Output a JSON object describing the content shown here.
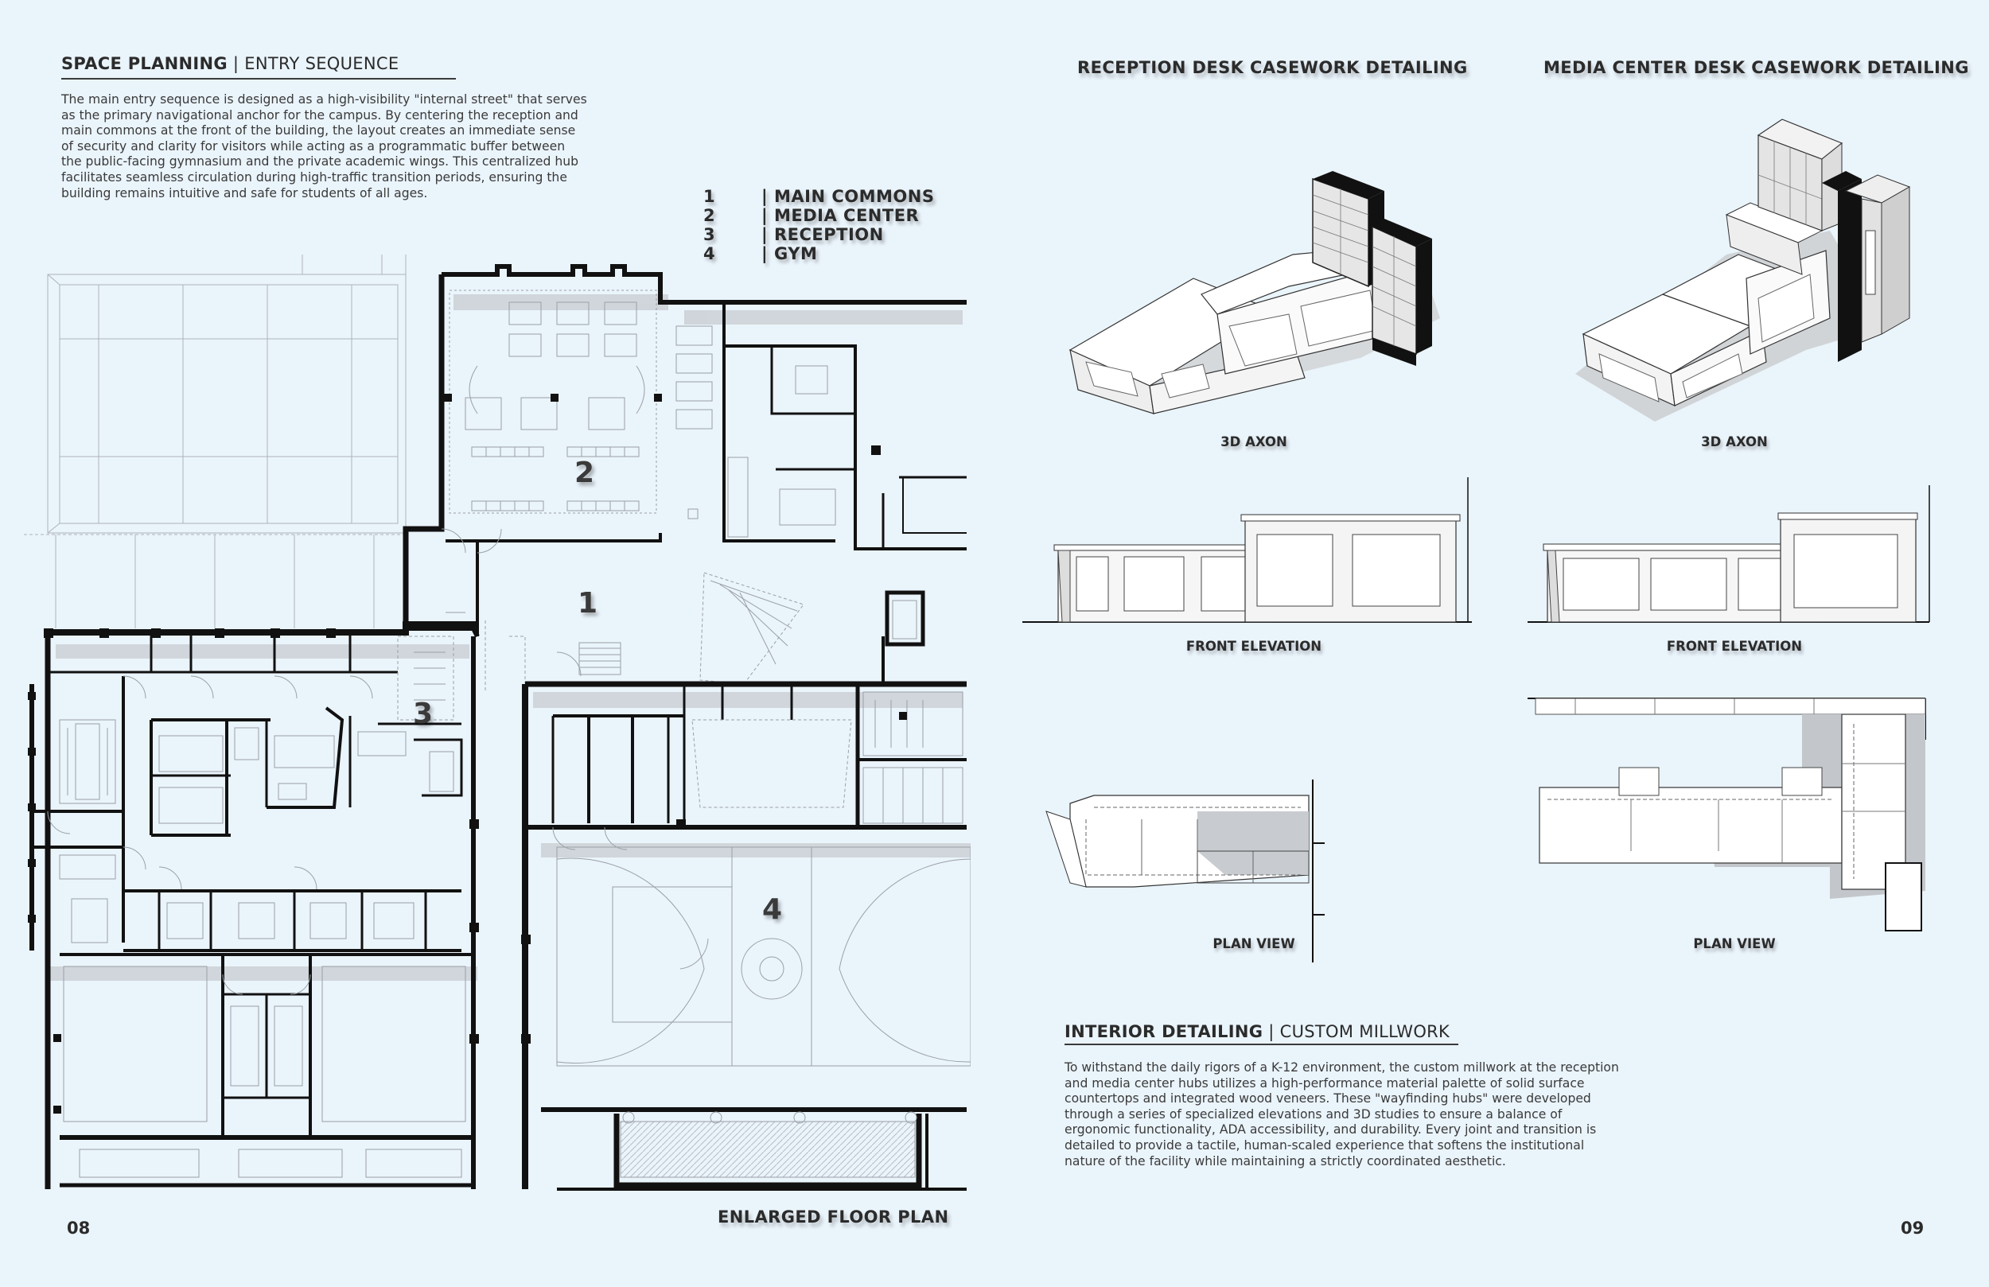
{
  "left_page": {
    "title_bold": "SPACE PLANNING",
    "title_sep": " | ",
    "title_thin": "ENTRY SEQUENCE",
    "body": [
      "The main entry sequence is designed as a high-visibility \"internal street\" that serves",
      "as the primary navigational anchor for the campus. By centering the reception and",
      "main commons at the front of the building, the layout creates an immediate sense",
      "of security and clarity for visitors while acting as a programmatic buffer between",
      "the public-facing gymnasium and the private academic wings. This centralized hub",
      "facilitates seamless circulation during high-traffic transition periods, ensuring the",
      "building remains intuitive and safe for students of all ages."
    ],
    "legend": [
      {
        "num": "1",
        "label": "| MAIN COMMONS"
      },
      {
        "num": "2",
        "label": "| MEDIA CENTER"
      },
      {
        "num": "3",
        "label": "| RECEPTION"
      },
      {
        "num": "4",
        "label": "| GYM"
      }
    ],
    "plan_labels": {
      "commons": "1",
      "media": "2",
      "reception": "3",
      "gym": "4"
    },
    "caption": "ENLARGED FLOOR PLAN",
    "page_number": "08"
  },
  "right_page": {
    "reception_title": "RECEPTION DESK CASEWORK DETAILING",
    "media_title": "MEDIA CENTER DESK CASEWORK DETAILING",
    "captions": {
      "axon": "3D AXON",
      "front": "FRONT ELEVATION",
      "plan": "PLAN VIEW"
    },
    "interior_title_bold": "INTERIOR DETAILING",
    "interior_title_sep": " | ",
    "interior_title_thin": "CUSTOM MILLWORK",
    "interior_body": [
      "To withstand the daily rigors of a K-12 environment, the custom millwork at the reception",
      "and media center hubs utilizes a high-performance material palette of solid surface",
      "countertops and integrated wood veneers. These \"wayfinding hubs\" were developed",
      "through a series of specialized elevations and 3D studies to ensure a balance of",
      "ergonomic functionality, ADA accessibility, and durability. Every joint and transition is",
      "detailed to provide a tactile, human-scaled experience that softens the institutional",
      "nature of the facility while maintaining a strictly coordinated aesthetic."
    ],
    "page_number": "09"
  },
  "colors": {
    "background": "#eaf4fb",
    "wall": "#111111",
    "line": "#8a8f94",
    "shade": "#c8cccf"
  }
}
